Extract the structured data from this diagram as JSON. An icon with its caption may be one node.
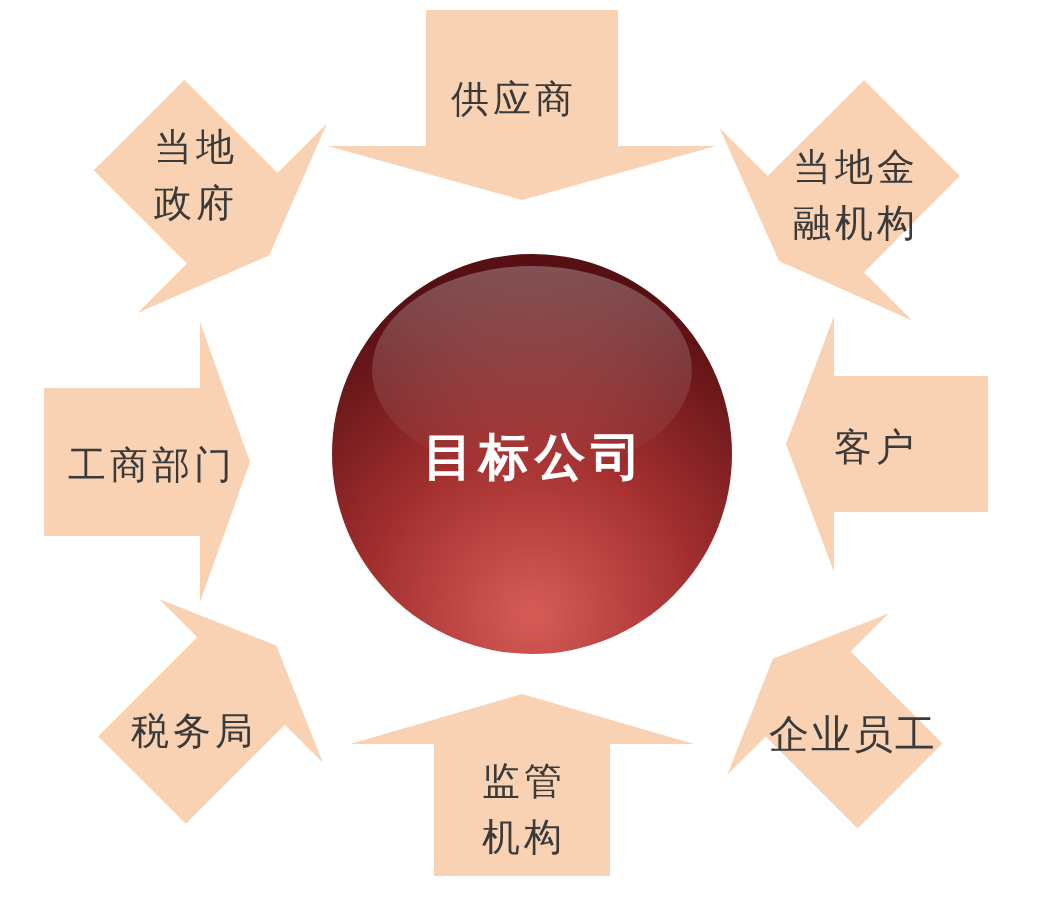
{
  "diagram": {
    "nodes": [
      {
        "text": [
          "当地政府"
        ]
      },
      {
        "text": [
          "供应商"
        ]
      },
      {
        "text": [
          "当地金融机构"
        ]
      },
      {
        "text": [
          "工商部门"
        ]
      },
      {
        "text": [
          "目标公司"
        ]
      },
      {
        "text": [
          "客户"
        ]
      },
      {
        "text": [
          "税务局"
        ]
      },
      {
        "text": [
          "监管机构"
        ]
      },
      {
        "text": [
          "企业员工"
        ]
      }
    ]
  }
}
